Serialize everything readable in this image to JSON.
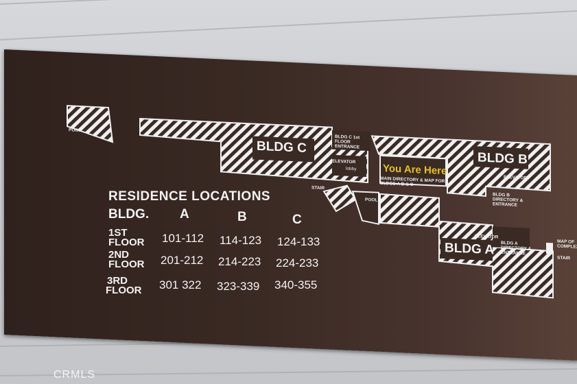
{
  "map_labels": {
    "pool_top": "POOL",
    "bldg_c": "BLDG C",
    "bldg_b": "BLDG B",
    "bldg_a": "BLDG A",
    "bldg_c_entrance": "BLDG C 1st FLOOR ENTRANCE",
    "elevator_c": "ELEVATOR",
    "lobby": "lobby",
    "you_are_here": "You Are Here",
    "main_directory": "MAIN DIRECTORY & MAP FOR BLDGS A B & C",
    "stair_left": "STAIR",
    "pool_center": "POOL",
    "elevator_b": "ELEVATOR",
    "bldg_b_directory": "BLDG B DIRECTORY & ENTRANCE",
    "elevator_a": "ELEVATOR",
    "bldg_a_directory": "BLDG A DIRECTORY & ENTRANCE",
    "map_of_complex": "MAP OF COMPLEX",
    "stair_right": "STAIR"
  },
  "table": {
    "title": "RESIDENCE LOCATIONS",
    "header": "BLDG.",
    "columns": [
      "A",
      "B",
      "C"
    ],
    "rows": [
      {
        "floor_line1": "1ST",
        "floor_line2": "FLOOR",
        "values": [
          "101-112",
          "114-123",
          "124-133"
        ]
      },
      {
        "floor_line1": "2ND",
        "floor_line2": "FLOOR",
        "values": [
          "201-212",
          "214-223",
          "224-233"
        ]
      },
      {
        "floor_line1": "3RD",
        "floor_line2": "FLOOR",
        "values": [
          "301 322",
          "323-339",
          "340-355"
        ]
      }
    ]
  },
  "watermark": "CRMLS"
}
